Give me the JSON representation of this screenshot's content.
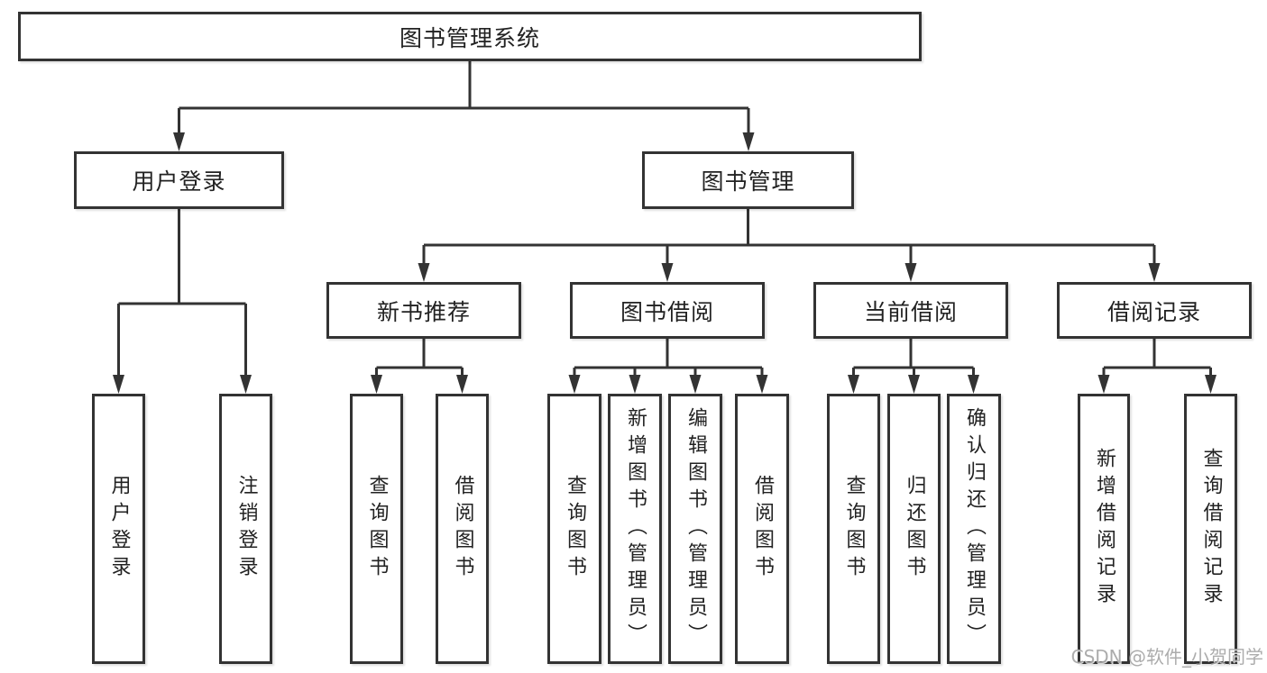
{
  "diagram_title": "图书管理系统",
  "nodes": {
    "root": "图书管理系统",
    "user_login": "用户登录",
    "book_mgmt": "图书管理",
    "new_book_rec": "新书推荐",
    "book_borrow": "图书借阅",
    "current_borrow": "当前借阅",
    "borrow_record": "借阅记录",
    "leaf_user_login": "用户登录",
    "leaf_logout": "注销登录",
    "nb_query_book": "查询图书",
    "nb_borrow_book": "借阅图书",
    "bb_query_book": "查询图书",
    "bb_add_book": "新增图书（管理员）",
    "bb_edit_book": "编辑图书（管理员）",
    "bb_borrow_book": "借阅图书",
    "cb_query_book": "查询图书",
    "cb_return_book": "归还图书",
    "cb_confirm_return": "确认归还（管理员）",
    "br_add_record": "新增借阅记录",
    "br_query_record": "查询借阅记录"
  },
  "edges": [
    [
      "root",
      "user_login"
    ],
    [
      "root",
      "book_mgmt"
    ],
    [
      "user_login",
      "leaf_user_login"
    ],
    [
      "user_login",
      "leaf_logout"
    ],
    [
      "book_mgmt",
      "new_book_rec"
    ],
    [
      "book_mgmt",
      "book_borrow"
    ],
    [
      "book_mgmt",
      "current_borrow"
    ],
    [
      "book_mgmt",
      "borrow_record"
    ],
    [
      "new_book_rec",
      "nb_query_book"
    ],
    [
      "new_book_rec",
      "nb_borrow_book"
    ],
    [
      "book_borrow",
      "bb_query_book"
    ],
    [
      "book_borrow",
      "bb_add_book"
    ],
    [
      "book_borrow",
      "bb_edit_book"
    ],
    [
      "book_borrow",
      "bb_borrow_book"
    ],
    [
      "current_borrow",
      "cb_query_book"
    ],
    [
      "current_borrow",
      "cb_return_book"
    ],
    [
      "current_borrow",
      "cb_confirm_return"
    ],
    [
      "borrow_record",
      "br_add_record"
    ],
    [
      "borrow_record",
      "br_query_record"
    ]
  ],
  "watermark": {
    "text": "CSDN @软件_小贺同学"
  },
  "colors": {
    "line": "#333333",
    "box_border": "#333333",
    "text": "#222222",
    "background": "#ffffff",
    "watermark": "#a5a5a5"
  }
}
